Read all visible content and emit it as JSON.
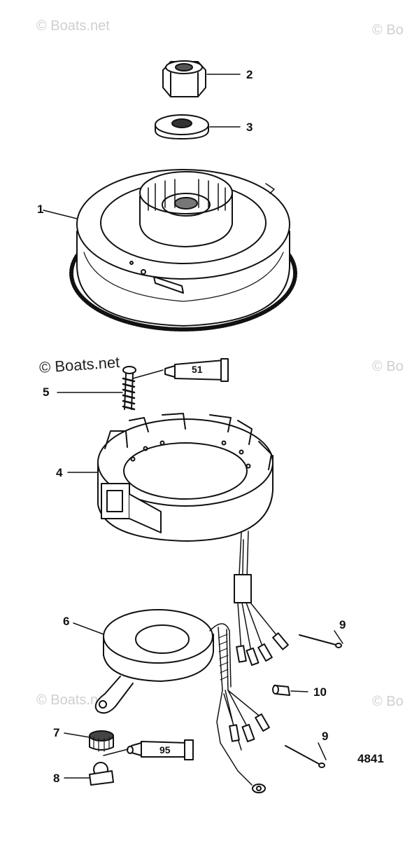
{
  "watermarks": {
    "top_left": "© Boats.net",
    "top_right": "© Bo",
    "mid_left": "© Boats.net",
    "mid_right": "© Bo",
    "low_left": "© Boats.net",
    "low_right": "© Bo"
  },
  "callouts": [
    "1",
    "2",
    "3",
    "4",
    "5",
    "6",
    "7",
    "8",
    "9",
    "9",
    "10"
  ],
  "sealant_tubes": [
    "51",
    "95"
  ],
  "figure_number": "4841"
}
